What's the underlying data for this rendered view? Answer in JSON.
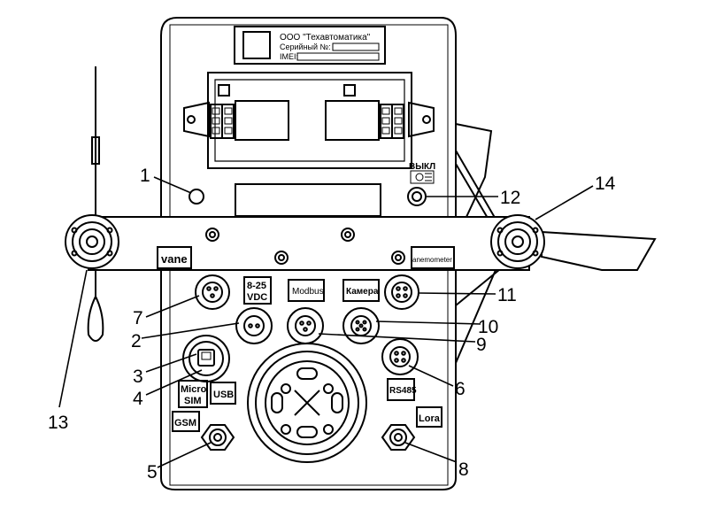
{
  "nameplate": {
    "company": "ООО \"Техавтоматика\"",
    "serial_label": "Серийный №:",
    "imei_label": "IMEI:"
  },
  "switch_label": "ВЫКЛ",
  "labels": {
    "vane": "vane",
    "anemometer": "anemometer",
    "power": "8-25",
    "power_unit": "VDC",
    "modbus": "Modbus",
    "camera": "Камера",
    "microsim_1": "Micro",
    "microsim_2": "SIM",
    "usb": "USB",
    "rs485": "RS485",
    "gsm": "GSM",
    "lora": "Lora"
  },
  "callouts": [
    "1",
    "2",
    "3",
    "4",
    "5",
    "6",
    "7",
    "8",
    "9",
    "10",
    "11",
    "12",
    "13",
    "14"
  ]
}
